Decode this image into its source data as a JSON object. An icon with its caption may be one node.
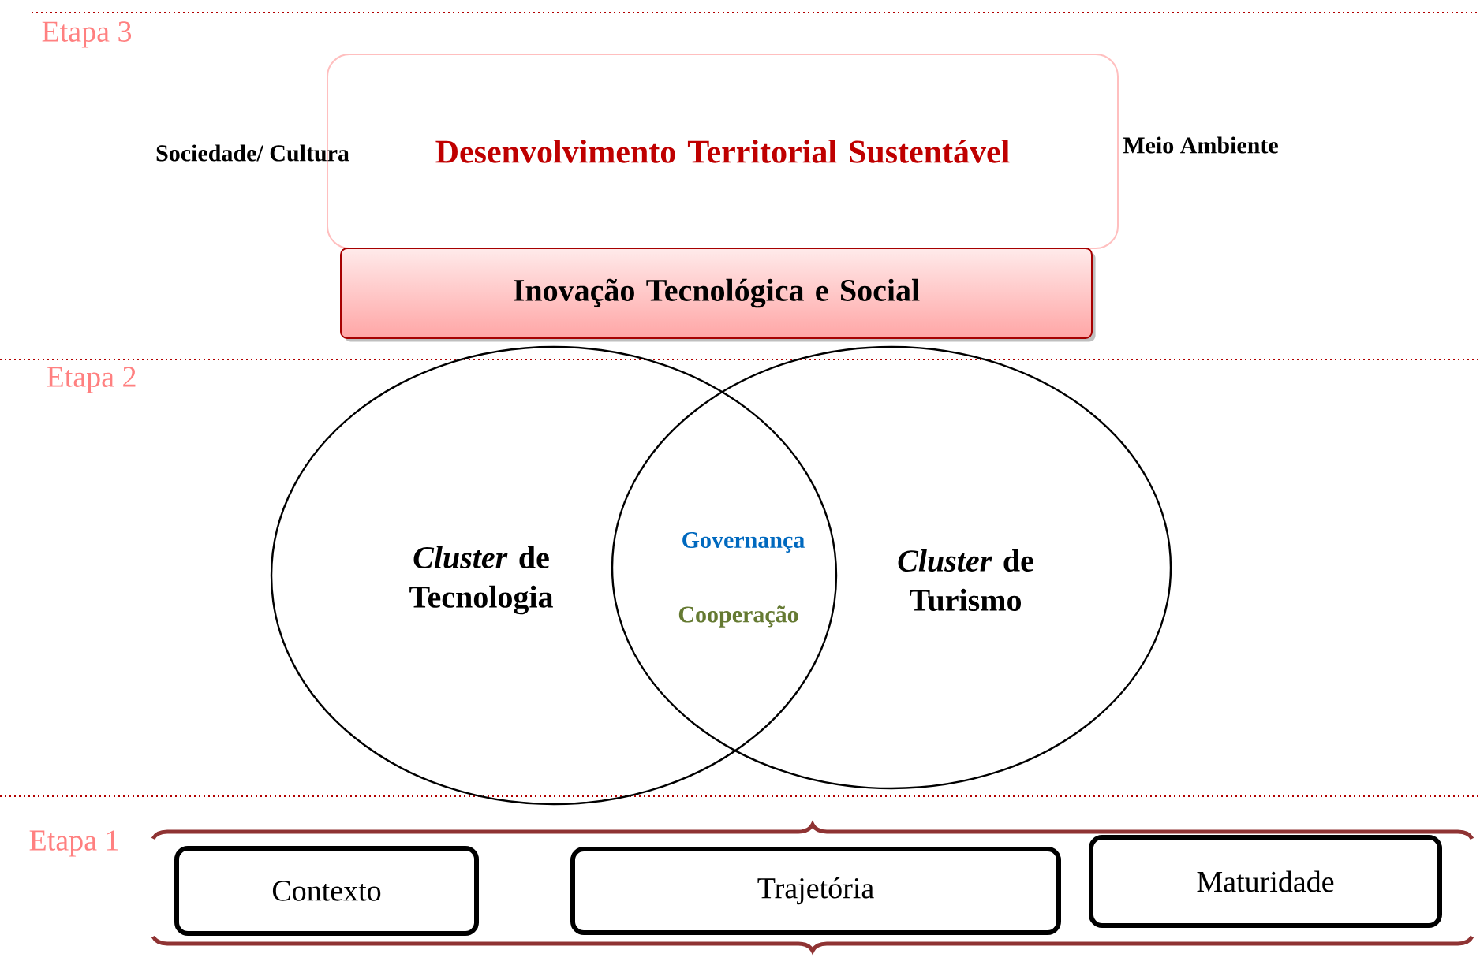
{
  "diagram": {
    "nodes": [
      {
        "text": [
          "Desenvolvimento Territorial Sustentável"
        ]
      },
      {
        "text": [
          "Inovação Tecnológica e Social"
        ]
      },
      {
        "text": [
          "*Cluster* de Tecnologia"
        ]
      },
      {
        "text": [
          "*Cluster* de Turismo"
        ]
      },
      {
        "text": [
          "Contexto"
        ]
      },
      {
        "text": [
          "Trajetória"
        ]
      },
      {
        "text": [
          "Maturidade"
        ]
      }
    ],
    "labels": [
      "Etapa 3",
      "Sociedade/ Cultura",
      "Meio Ambiente",
      "Etapa 2",
      "Governança",
      "Cooperação",
      "Etapa 1"
    ]
  }
}
